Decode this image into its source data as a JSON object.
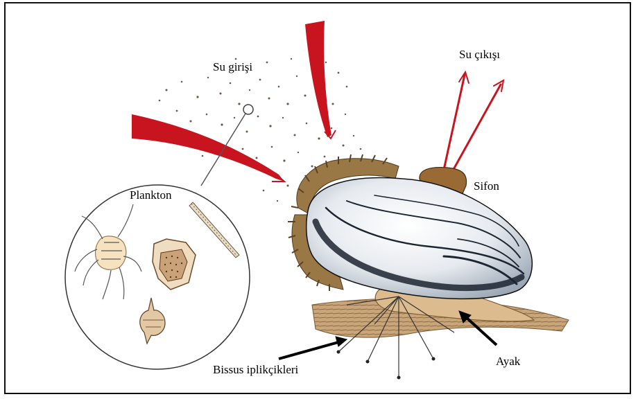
{
  "labels": {
    "water_in": "Su girişi",
    "water_out": "Su çıkışı",
    "siphon": "Sifon",
    "plankton": "Plankton",
    "byssus": "Bissus iplikçikleri",
    "foot": "Ayak"
  },
  "colors": {
    "flow_arrow": "#c8141e",
    "shell_light": "#eef0f2",
    "shell_dark": "#1c2530",
    "mantle_fringe": "#8a6a3c",
    "ground": "#b89466",
    "foot": "#d9b98a"
  }
}
